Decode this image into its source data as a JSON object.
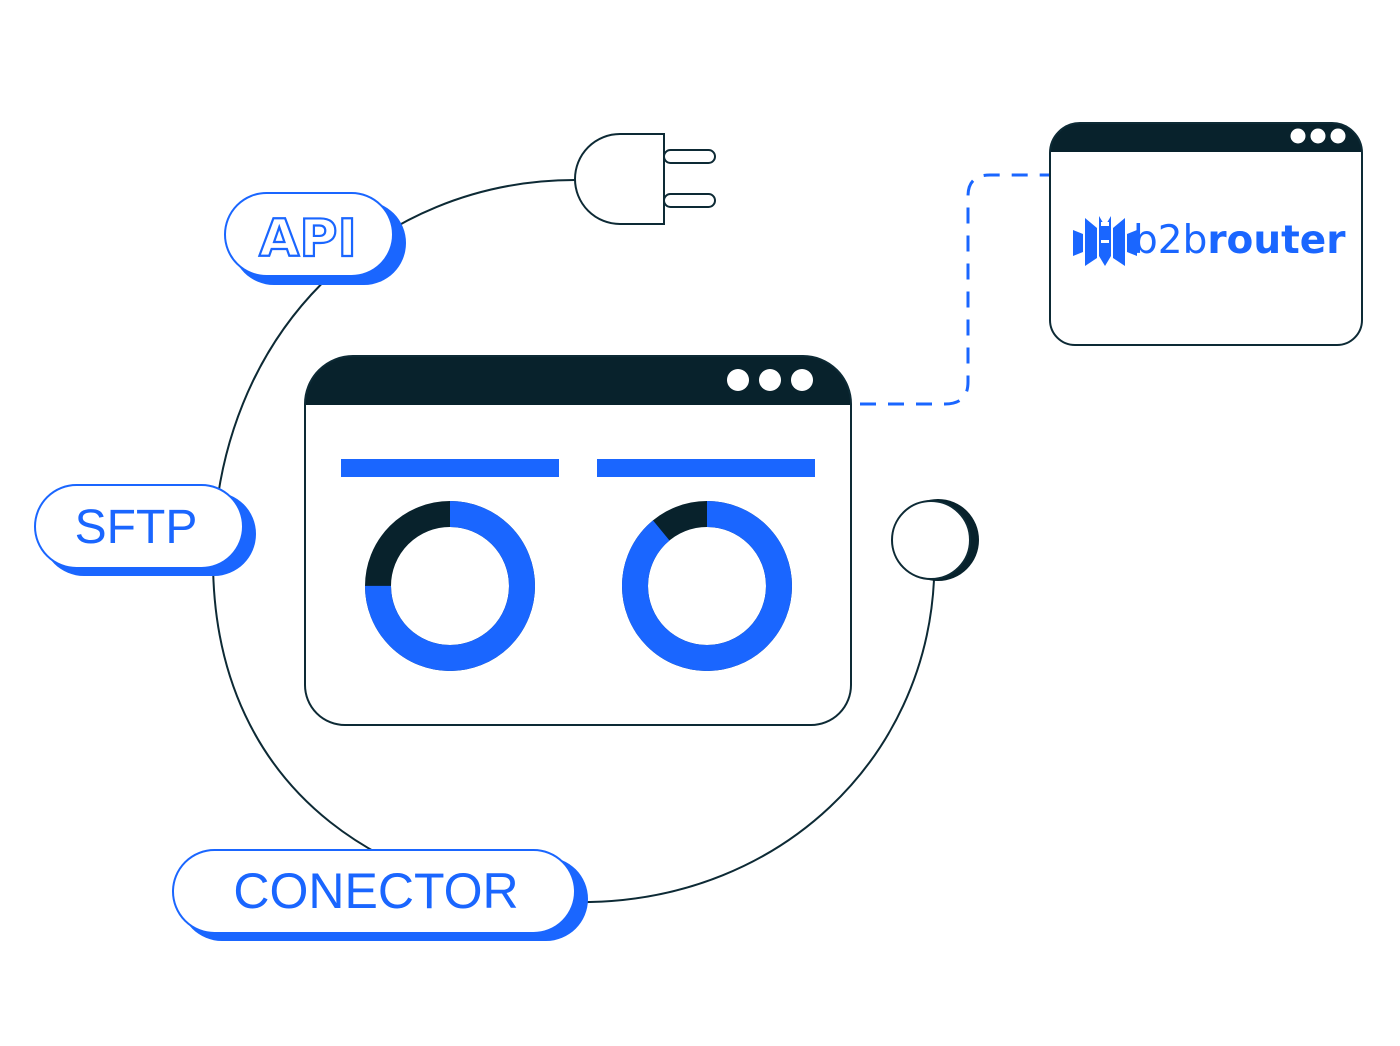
{
  "labels": {
    "api": "API",
    "sftp": "SFTP",
    "connector": "CONECTOR"
  },
  "logo": {
    "prefix": "b2b",
    "suffix": "router",
    "icon": "b2brouter-logo-icon"
  },
  "gauges": [
    {
      "name": "left-gauge",
      "fraction": 0.75
    },
    {
      "name": "right-gauge",
      "fraction": 0.89
    }
  ],
  "colors": {
    "accent": "#1a66ff",
    "dark": "#08222c",
    "line": "#0d2a35",
    "background": "#ffffff"
  },
  "icons": [
    "plug-icon",
    "window-dots-icon",
    "circle-node-icon",
    "b2brouter-logo-icon"
  ]
}
